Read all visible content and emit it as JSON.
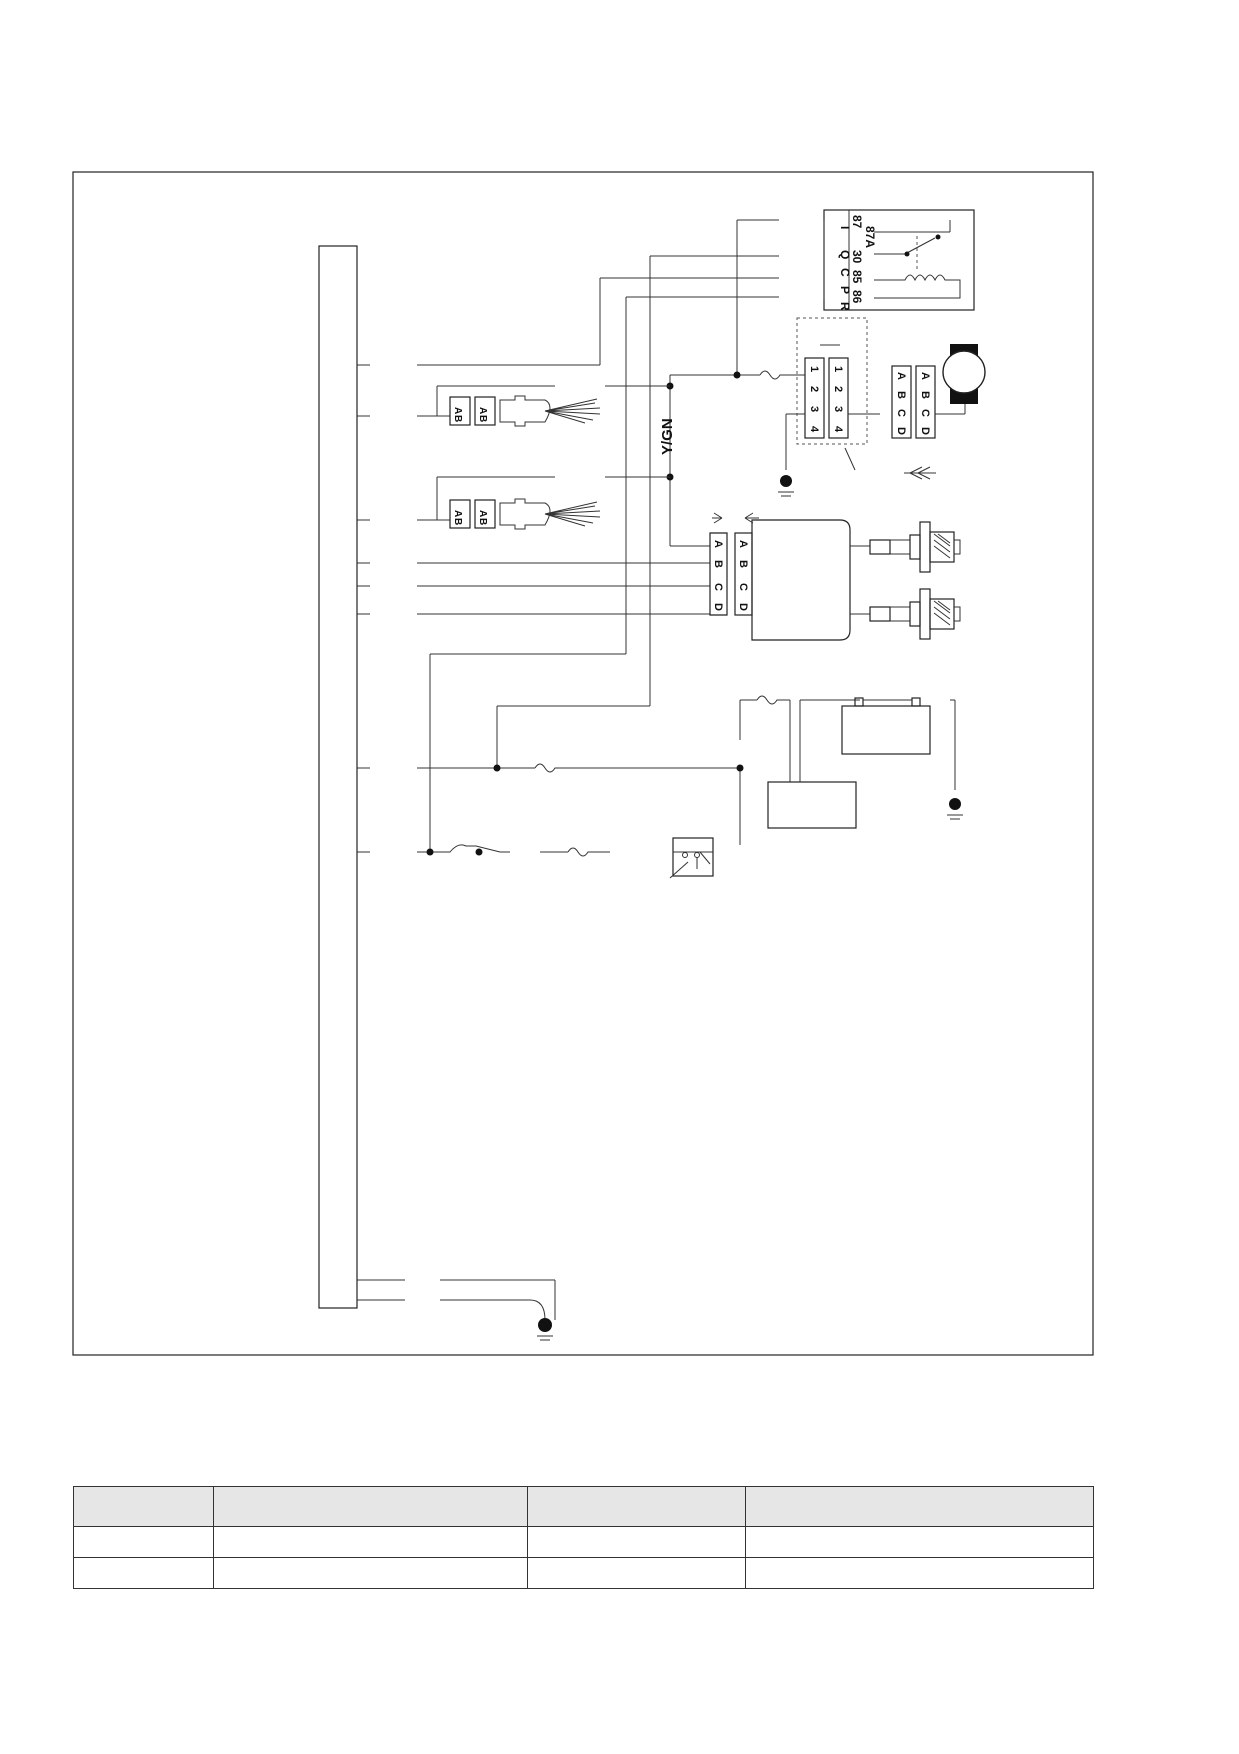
{
  "relay": {
    "pins": [
      "87",
      "87A",
      "30",
      "85",
      "86"
    ],
    "terminals": [
      "I",
      "Q",
      "C",
      "P",
      "R"
    ]
  },
  "wire_label": "Y/GN",
  "connector_letters": [
    "A",
    "B",
    "C",
    "D"
  ],
  "connector_numbers": [
    "1",
    "2",
    "3",
    "4"
  ],
  "sensor_connector_letters": [
    "A",
    "B"
  ],
  "table": {
    "headers": [
      "",
      "",
      "",
      ""
    ],
    "rows": [
      [
        "",
        "",
        "",
        ""
      ],
      [
        "",
        "",
        "",
        ""
      ]
    ]
  }
}
